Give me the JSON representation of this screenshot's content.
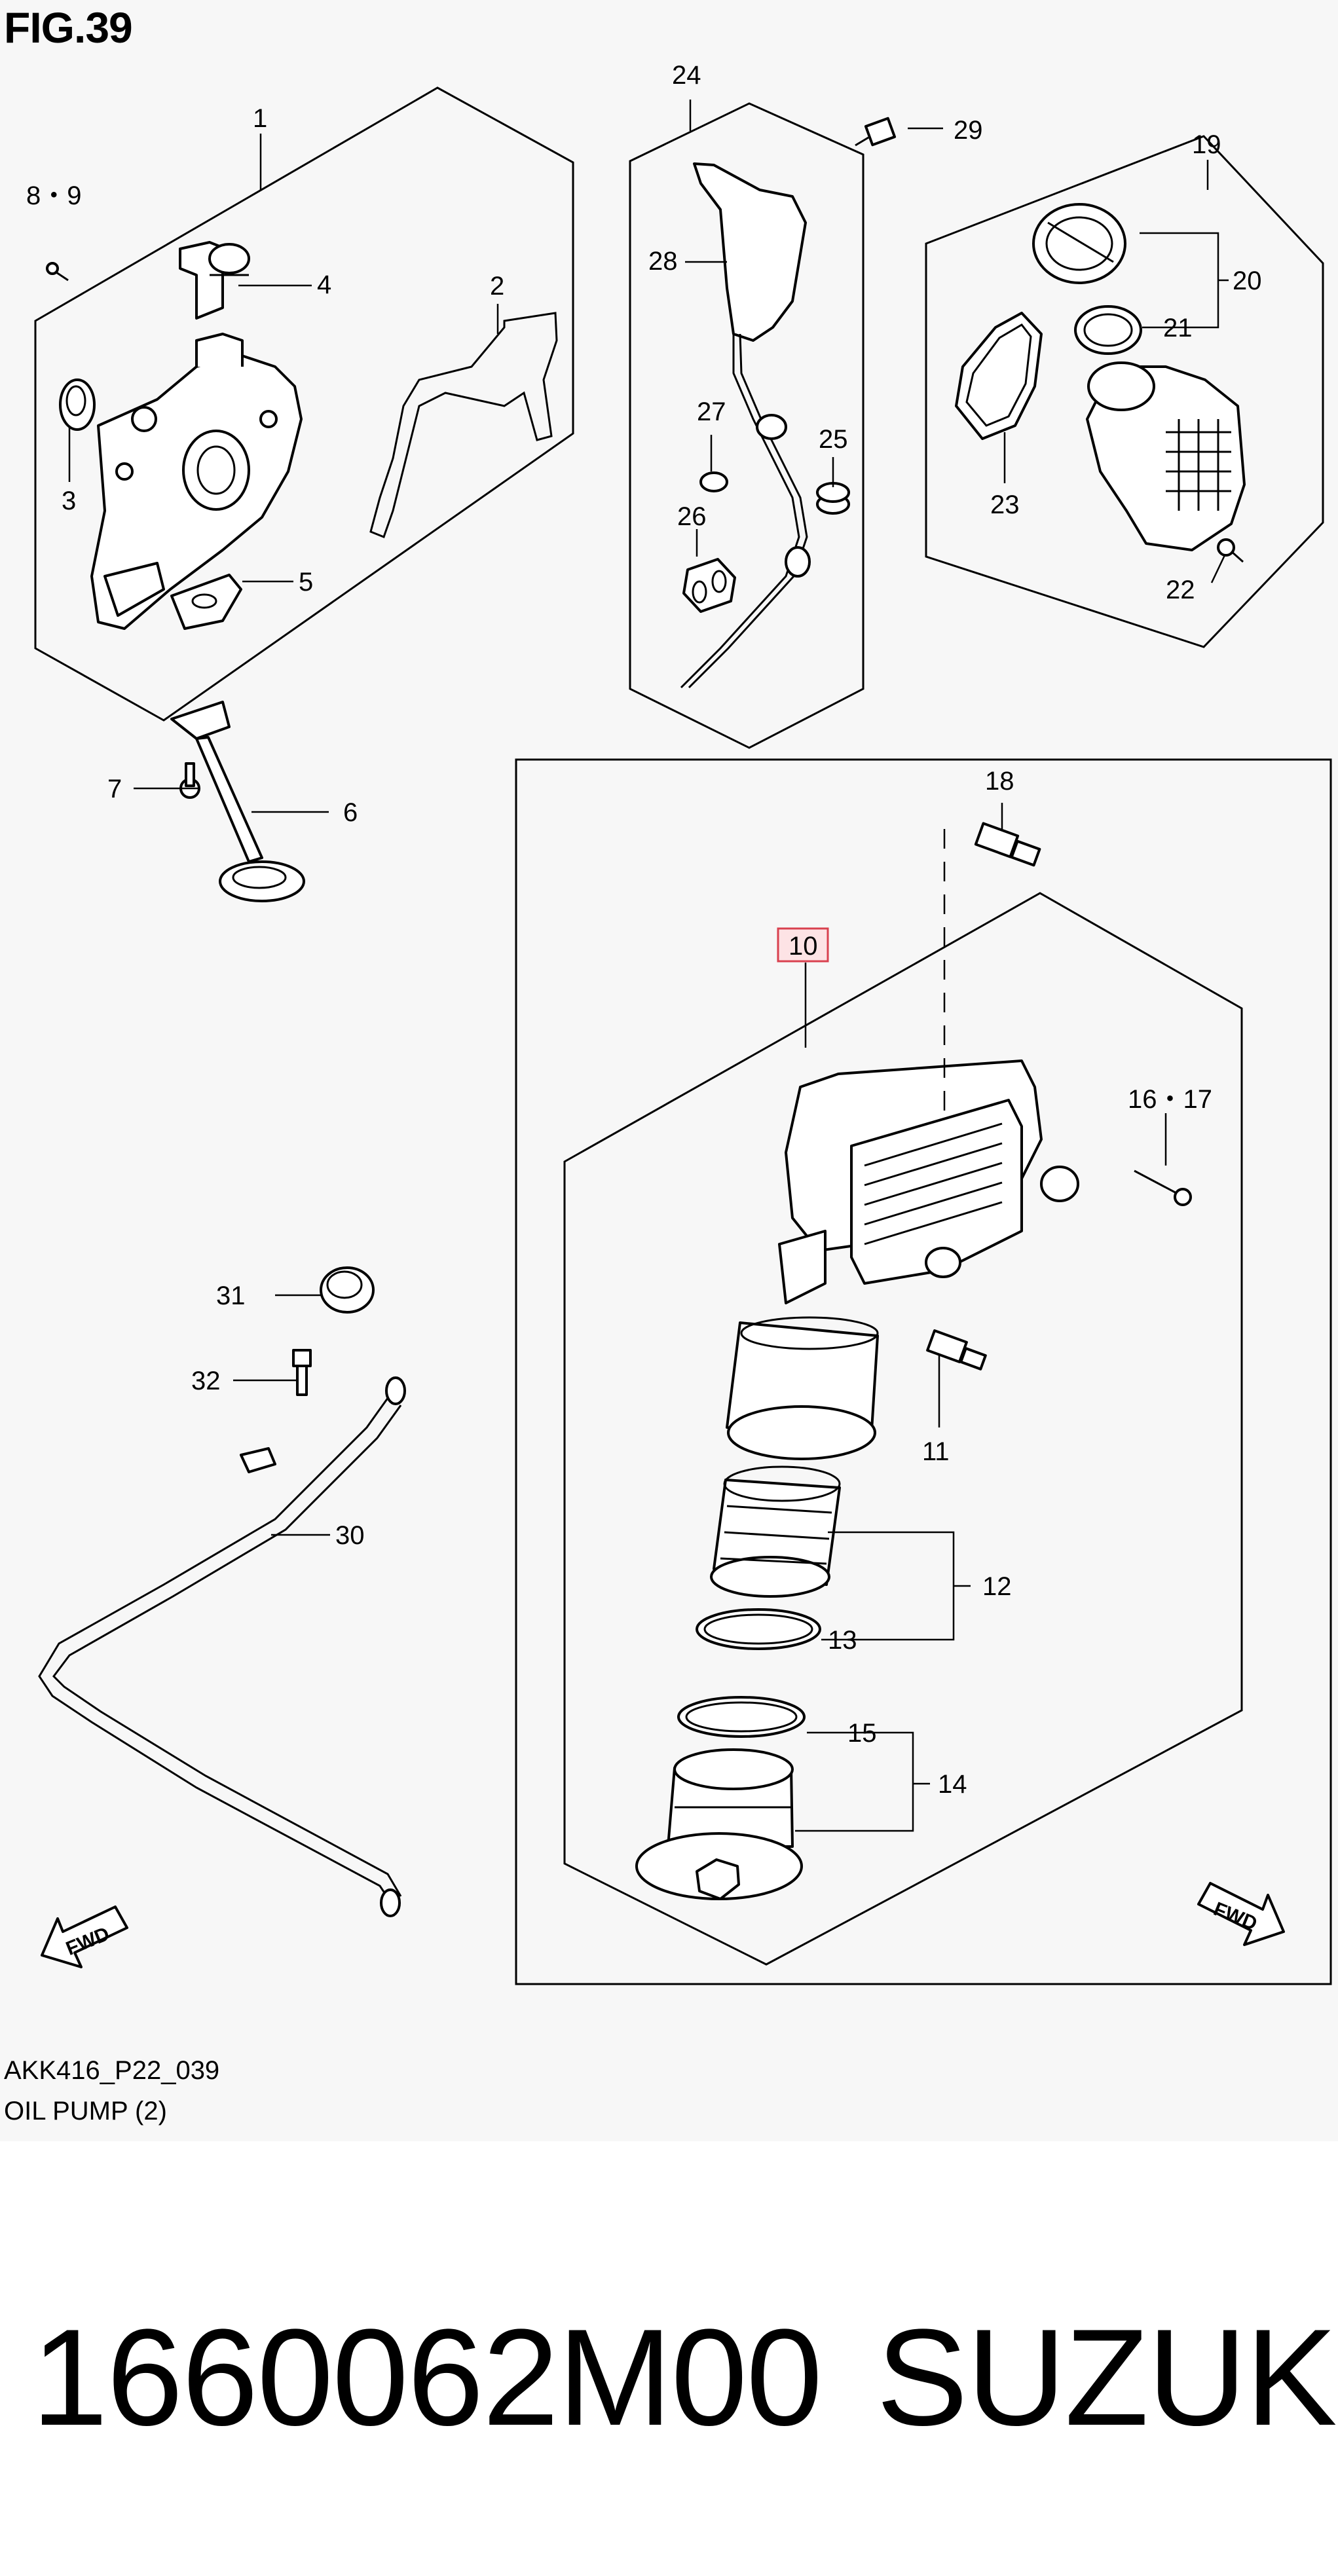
{
  "figure": {
    "title": "FIG.39",
    "code": "AKK416_P22_039",
    "name": "OIL PUMP (2)"
  },
  "callouts": {
    "c1": "1",
    "c2": "2",
    "c3": "3",
    "c4": "4",
    "c5": "5",
    "c6": "6",
    "c7": "7",
    "c8_9": "8・9",
    "c10": "10",
    "c11": "11",
    "c12": "12",
    "c13": "13",
    "c14": "14",
    "c15": "15",
    "c16_17": "16・17",
    "c18": "18",
    "c19": "19",
    "c20": "20",
    "c21": "21",
    "c22": "22",
    "c23": "23",
    "c24": "24",
    "c25": "25",
    "c26": "26",
    "c27": "27",
    "c28": "28",
    "c29": "29",
    "c30": "30",
    "c31": "31",
    "c32": "32"
  },
  "fwd_label": "FWD",
  "highlighted_callout": "10",
  "colors": {
    "highlight_border": "#d9414f",
    "highlight_fill": "#fde3e5",
    "diagram_background": "#f7f7f7"
  },
  "listing": {
    "part_number": "1660062M00",
    "brand": "SUZUKI"
  }
}
